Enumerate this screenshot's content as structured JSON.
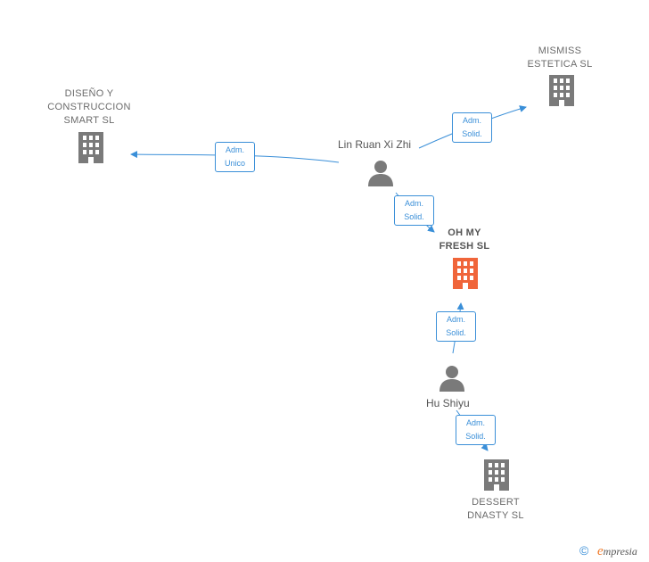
{
  "companies": {
    "diseno": {
      "label": "DISEÑO Y\nCONSTRUCCION\nSMART  SL"
    },
    "mismiss": {
      "label": "MISMISS\nESTETICA  SL"
    },
    "ohmy": {
      "label": "OH MY\nFRESH  SL"
    },
    "dessert": {
      "label": "DESSERT\nDNASTY  SL"
    }
  },
  "people": {
    "lin": {
      "name": "Lin Ruan Xi Zhi"
    },
    "hu": {
      "name": "Hu Shiyu"
    }
  },
  "edges": {
    "lin_diseno": "Adm.\nUnico",
    "lin_mismiss": "Adm.\nSolid.",
    "lin_ohmy": "Adm.\nSolid.",
    "hu_ohmy": "Adm.\nSolid.",
    "hu_dessert": "Adm.\nSolid."
  },
  "colors": {
    "edge": "#3a8fd8",
    "company_icon": "#7a7a7a",
    "main_company_icon": "#f0653a",
    "person_icon": "#7a7a7a"
  },
  "footer": {
    "copyright": "©",
    "brand_initial": "e",
    "brand_rest": "mpresia"
  }
}
